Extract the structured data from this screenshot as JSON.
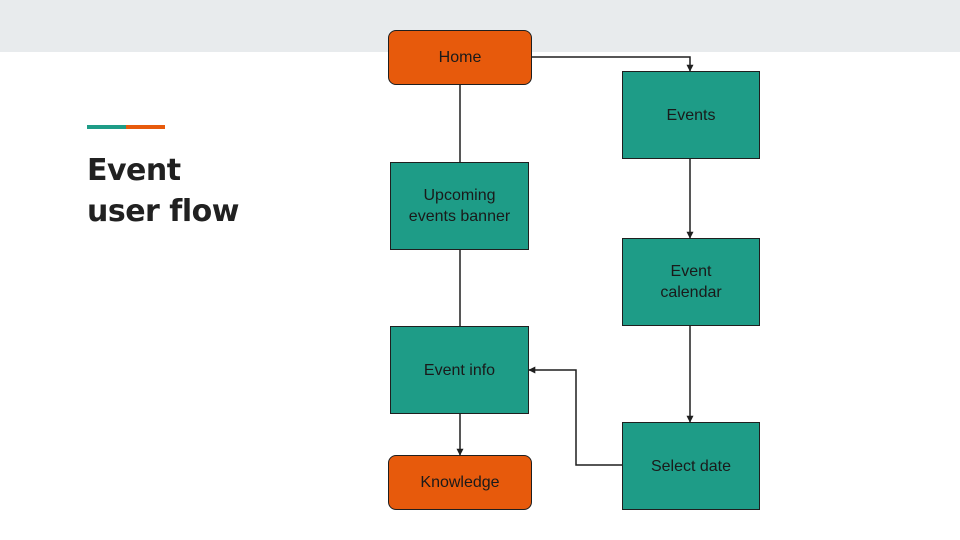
{
  "slide": {
    "title_lines": [
      "Event",
      "user flow"
    ],
    "accent_colors": [
      "#1e9c87",
      "#e75a0c"
    ]
  },
  "colors": {
    "terminal_fill": "#e75a0c",
    "step_fill": "#1e9c87",
    "border": "#1f1f1f",
    "connector": "#1f1f1f",
    "top_band": "#e8ebed"
  },
  "nodes": {
    "home": {
      "label": "Home",
      "kind": "terminal"
    },
    "events": {
      "label": "Events",
      "kind": "step"
    },
    "upcoming_banner": {
      "label": "Upcoming\nevents banner",
      "kind": "step"
    },
    "event_calendar": {
      "label": "Event\ncalendar",
      "kind": "step"
    },
    "event_info": {
      "label": "Event info",
      "kind": "step"
    },
    "select_date": {
      "label": "Select date",
      "kind": "step"
    },
    "knowledge": {
      "label": "Knowledge",
      "kind": "terminal"
    }
  },
  "edges": [
    {
      "from": "home",
      "to": "events",
      "arrow": true
    },
    {
      "from": "home",
      "to": "upcoming_banner",
      "arrow": false
    },
    {
      "from": "upcoming_banner",
      "to": "event_info",
      "arrow": false
    },
    {
      "from": "events",
      "to": "event_calendar",
      "arrow": true
    },
    {
      "from": "event_calendar",
      "to": "select_date",
      "arrow": true
    },
    {
      "from": "select_date",
      "to": "event_info",
      "arrow": true
    },
    {
      "from": "event_info",
      "to": "knowledge",
      "arrow": true
    }
  ]
}
